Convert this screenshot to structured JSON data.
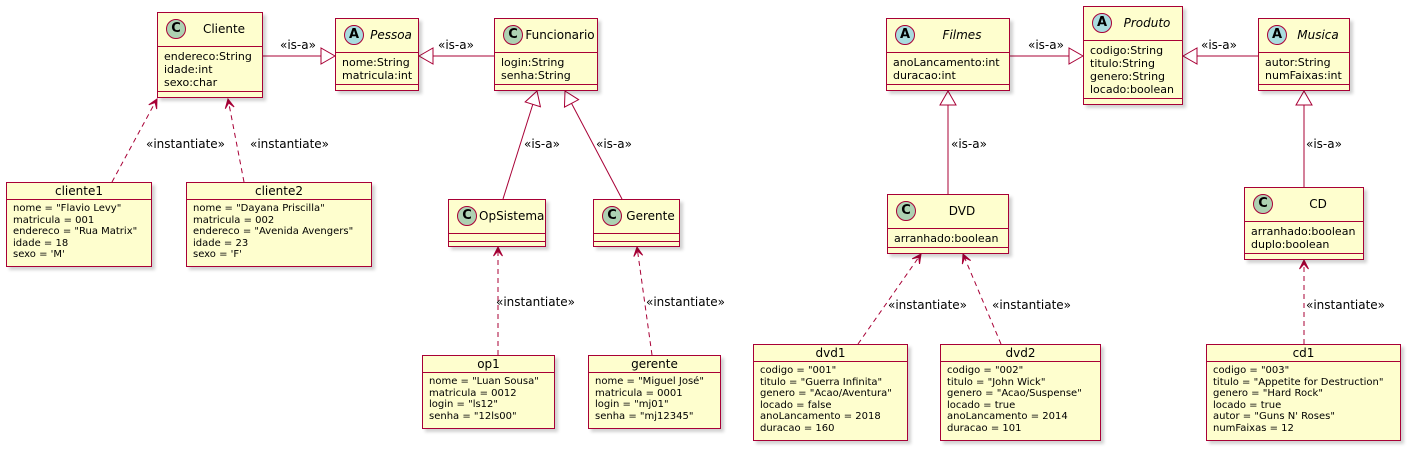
{
  "diagram": {
    "classes": [
      {
        "id": "cliente",
        "kind": "class",
        "name": "Cliente",
        "attrs": [
          "endereco:String",
          "idade:int",
          "sexo:char"
        ]
      },
      {
        "id": "pessoa",
        "kind": "abstract",
        "name": "Pessoa",
        "attrs": [
          "nome:String",
          "matricula:int"
        ]
      },
      {
        "id": "funcionario",
        "kind": "class",
        "name": "Funcionario",
        "attrs": [
          "login:String",
          "senha:String"
        ]
      },
      {
        "id": "opsistema",
        "kind": "class",
        "name": "OpSistema",
        "attrs": []
      },
      {
        "id": "gerente",
        "kind": "class",
        "name": "Gerente",
        "attrs": []
      },
      {
        "id": "filmes",
        "kind": "abstract",
        "name": "Filmes",
        "attrs": [
          "anoLancamento:int",
          "duracao:int"
        ]
      },
      {
        "id": "produto",
        "kind": "abstract",
        "name": "Produto",
        "attrs": [
          "codigo:String",
          "titulo:String",
          "genero:String",
          "locado:boolean"
        ]
      },
      {
        "id": "musica",
        "kind": "abstract",
        "name": "Musica",
        "attrs": [
          "autor:String",
          "numFaixas:int"
        ]
      },
      {
        "id": "dvd",
        "kind": "class",
        "name": "DVD",
        "attrs": [
          "arranhado:boolean"
        ]
      },
      {
        "id": "cd",
        "kind": "class",
        "name": "CD",
        "attrs": [
          "arranhado:boolean",
          "duplo:boolean"
        ]
      }
    ],
    "objects": [
      {
        "id": "cliente1",
        "name": "cliente1",
        "fields": [
          "nome = \"Flavio Levy\"",
          "matricula = 001",
          "endereco = \"Rua Matrix\"",
          "idade = 18",
          "sexo = 'M'"
        ]
      },
      {
        "id": "cliente2",
        "name": "cliente2",
        "fields": [
          "nome = \"Dayana Priscilla\"",
          "matricula = 002",
          "endereco = \"Avenida Avengers\"",
          "idade = 23",
          "sexo = 'F'"
        ]
      },
      {
        "id": "op1",
        "name": "op1",
        "fields": [
          "nome = \"Luan Sousa\"",
          "matricula = 0012",
          "login = \"ls12\"",
          "senha = \"12ls00\""
        ]
      },
      {
        "id": "gerente_obj",
        "name": "gerente",
        "fields": [
          "nome = \"Miguel José\"",
          "matricula = 0001",
          "login = \"mj01\"",
          "senha = \"mj12345\""
        ]
      },
      {
        "id": "dvd1",
        "name": "dvd1",
        "fields": [
          "codigo = \"001\"",
          "titulo = \"Guerra Infinita\"",
          "genero = \"Acao/Aventura\"",
          "locado = false",
          "anoLancamento = 2018",
          "duracao = 160"
        ]
      },
      {
        "id": "dvd2",
        "name": "dvd2",
        "fields": [
          "codigo = \"002\"",
          "titulo = \"John Wick\"",
          "genero = \"Acao/Suspense\"",
          "locado = true",
          "anoLancamento = 2014",
          "duracao = 101"
        ]
      },
      {
        "id": "cd1",
        "name": "cd1",
        "fields": [
          "codigo = \"003\"",
          "titulo = \"Appetite for Destruction\"",
          "genero = \"Hard Rock\"",
          "locado = true",
          "autor = \"Guns N' Roses\"",
          "numFaixas = 12"
        ]
      }
    ],
    "relations": [
      {
        "id": "r1",
        "type": "inherit",
        "from": "cliente",
        "to": "pessoa",
        "label": "«is-a»"
      },
      {
        "id": "r2",
        "type": "inherit",
        "from": "funcionario",
        "to": "pessoa",
        "label": "«is-a»"
      },
      {
        "id": "r3",
        "type": "inherit",
        "from": "opsistema",
        "to": "funcionario",
        "label": "«is-a»"
      },
      {
        "id": "r4",
        "type": "inherit",
        "from": "gerente",
        "to": "funcionario",
        "label": "«is-a»"
      },
      {
        "id": "r5",
        "type": "inherit",
        "from": "filmes",
        "to": "produto",
        "label": "«is-a»"
      },
      {
        "id": "r6",
        "type": "inherit",
        "from": "musica",
        "to": "produto",
        "label": "«is-a»"
      },
      {
        "id": "r7",
        "type": "inherit",
        "from": "dvd",
        "to": "filmes",
        "label": "«is-a»"
      },
      {
        "id": "r8",
        "type": "inherit",
        "from": "cd",
        "to": "musica",
        "label": "«is-a»"
      },
      {
        "id": "r9",
        "type": "instantiate",
        "from": "cliente1",
        "to": "cliente",
        "label": "«instantiate»"
      },
      {
        "id": "r10",
        "type": "instantiate",
        "from": "cliente2",
        "to": "cliente",
        "label": "«instantiate»"
      },
      {
        "id": "r11",
        "type": "instantiate",
        "from": "op1",
        "to": "opsistema",
        "label": "«instantiate»"
      },
      {
        "id": "r12",
        "type": "instantiate",
        "from": "gerente_obj",
        "to": "gerente",
        "label": "«instantiate»"
      },
      {
        "id": "r13",
        "type": "instantiate",
        "from": "dvd1",
        "to": "dvd",
        "label": "«instantiate»"
      },
      {
        "id": "r14",
        "type": "instantiate",
        "from": "dvd2",
        "to": "dvd",
        "label": "«instantiate»"
      },
      {
        "id": "r15",
        "type": "instantiate",
        "from": "cd1",
        "to": "cd",
        "label": "«instantiate»"
      }
    ],
    "colors": {
      "fill": "#FEFECE",
      "border": "#A80036",
      "class_badge": "#ADD1B2",
      "abstract_badge": "#A9DCDF"
    }
  }
}
